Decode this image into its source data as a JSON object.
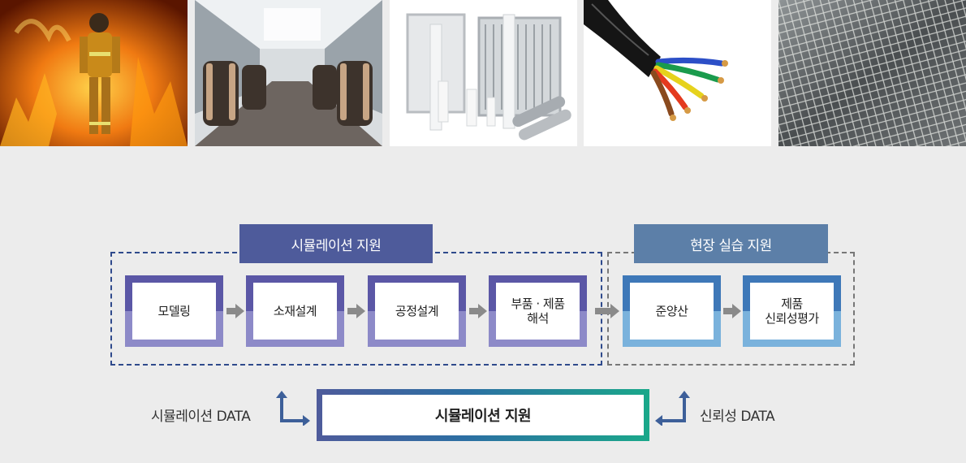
{
  "photos": [
    {
      "name": "firefighter-photo"
    },
    {
      "name": "bus-interior-photo"
    },
    {
      "name": "filters-photo"
    },
    {
      "name": "cable-photo"
    },
    {
      "name": "mesh-fabric-photo"
    }
  ],
  "groups": {
    "simulation": {
      "label": "시뮬레이션 지원",
      "border_color": "#2f4a8c",
      "label_color": "#4e5b9b"
    },
    "field": {
      "label": "현장 실습 지원",
      "border_color": "#777777",
      "label_color": "#5c7fa8"
    }
  },
  "steps": [
    {
      "label": "모델링",
      "group": "simulation"
    },
    {
      "label": "소재설계",
      "group": "simulation"
    },
    {
      "label": "공정설계",
      "group": "simulation"
    },
    {
      "label": "부품 · 제품\n해석",
      "group": "simulation"
    },
    {
      "label": "준양산",
      "group": "field"
    },
    {
      "label": "제품\n신뢰성평가",
      "group": "field"
    }
  ],
  "bottom": {
    "center_label": "시뮬레이션 지원",
    "left_label": "시뮬레이션 DATA",
    "right_label": "신뢰성 DATA"
  },
  "icons": [
    "arrow-right-icon",
    "bent-arrow-icon"
  ]
}
